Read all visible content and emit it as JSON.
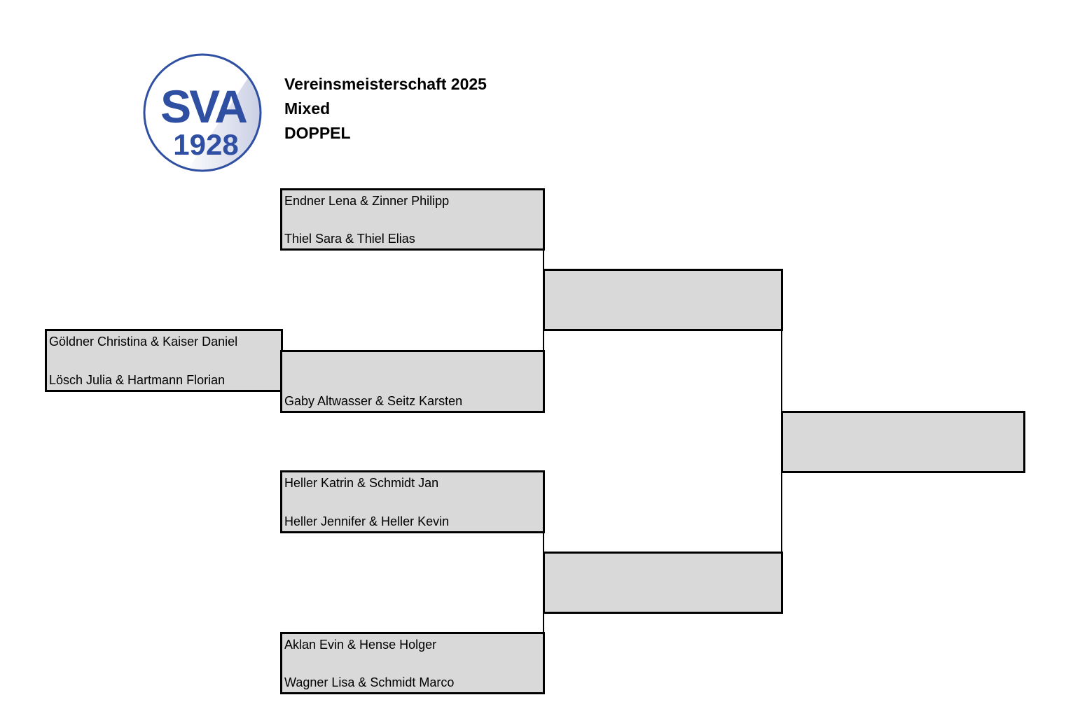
{
  "logo": {
    "text_top": "SVA",
    "text_year": "1928",
    "primary_color": "#2f4fa2",
    "ring_color": "#2f4fa2"
  },
  "header": {
    "title": "Vereinsmeisterschaft 2025",
    "subtitle": "Mixed",
    "category": "DOPPEL"
  },
  "bracket": {
    "prelim": {
      "team1": "Göldner Christina & Kaiser Daniel",
      "team2": "Lösch Julia & Hartmann Florian"
    },
    "round1": [
      {
        "team1": "Endner Lena & Zinner Philipp",
        "team2": "Thiel Sara & Thiel Elias"
      },
      {
        "team1": "",
        "team2": "Gaby Altwasser & Seitz Karsten"
      },
      {
        "team1": "Heller Katrin & Schmidt Jan",
        "team2": "Heller Jennifer & Heller Kevin"
      },
      {
        "team1": "Aklan Evin & Hense Holger",
        "team2": "Wagner Lisa & Schmidt Marco"
      }
    ],
    "semis": [
      {
        "winner": ""
      },
      {
        "winner": ""
      }
    ],
    "final": {
      "winner": ""
    },
    "box_fill": "#d9d9d9"
  }
}
